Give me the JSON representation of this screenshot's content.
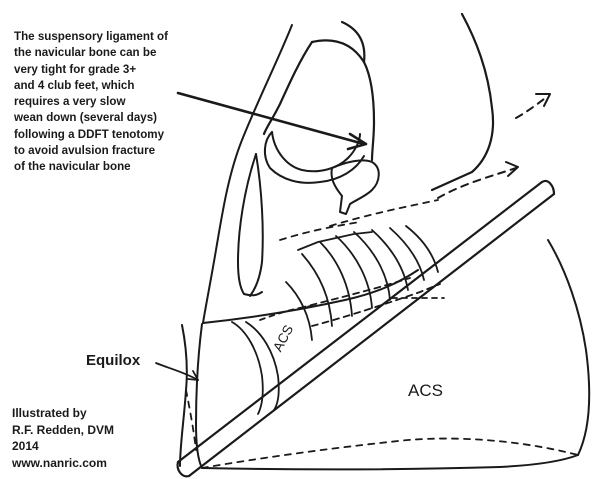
{
  "annotation": {
    "lines": [
      "The suspensory ligament of",
      "the navicular bone can be",
      "very tight for grade 3+",
      "and 4 club feet, which",
      "requires a very slow",
      "wean down (several days)",
      "following a DDFT tenotomy",
      "to avoid avulsion fracture",
      "of the navicular bone"
    ]
  },
  "labels": {
    "equilox": "Equilox",
    "acs_large": "ACS",
    "acs_small": "ACS"
  },
  "credit": {
    "lines": [
      "Illustrated by",
      "R.F. Redden, DVM",
      "2014",
      "www.nanric.com"
    ]
  },
  "colors": {
    "ink": "#1a1a1a",
    "background": "#ffffff"
  }
}
